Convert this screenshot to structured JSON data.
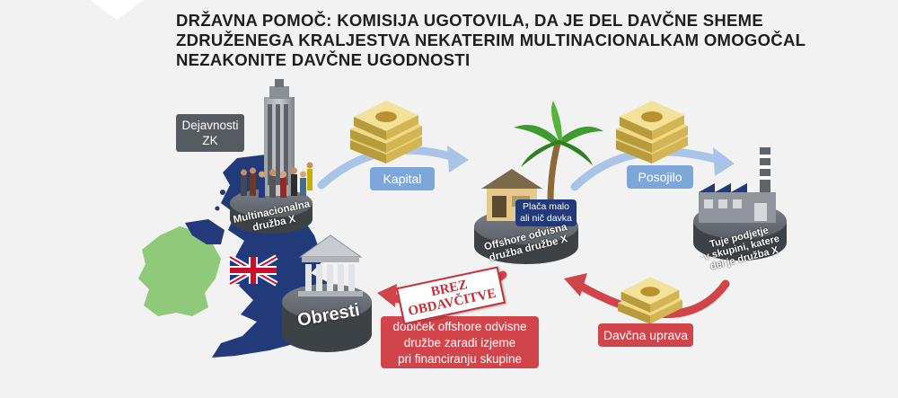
{
  "title": {
    "line1": "DRŽAVNA POMOČ: KOMISIJA UGOTOVILA, DA JE DEL DAVČNE SHEME",
    "line2": "ZDRUŽENEGA KRALJESTVA NEKATERIM MULTINACIONALKAM OMOGOČAL",
    "line3": "NEZAKONITE DAVČNE UGODNOSTI"
  },
  "labels": {
    "dejavnosti_line1": "Dejavnosti",
    "dejavnosti_line2": "ZK",
    "kapital": "Kapital",
    "posojilo": "Posojilo",
    "davcna_uprava": "Davčna uprava",
    "placa_line1": "Plača malo",
    "placa_line2": "ali nič davka",
    "stamp_line1": "BREZ",
    "stamp_line2": "OBDAVČITVE",
    "dobicek_line1": "dobiček offshore odvisne",
    "dobicek_line2": "družbe zaradi izjeme",
    "dobicek_line3": "pri financiranju skupine"
  },
  "platforms": {
    "multinational_line1": "Multinacionalna",
    "multinational_line2": "družba X",
    "offshore_line1": "Offshore odvisna",
    "offshore_line2": "družba družbe X",
    "foreign_line1": "Tuje podjetje",
    "foreign_line2": "v skupini, katere",
    "foreign_line3": "del je družba X",
    "obresti": "Obresti"
  },
  "colors": {
    "background": "#f2f2f3",
    "navy_map": "#223a7a",
    "ireland_green": "#8fc97a",
    "blue_arrow": "#7ea7d9",
    "red_arrow": "#d1444a",
    "platform": "#5f656b"
  },
  "icons": [
    "money-stack-icon",
    "palm-tree-icon",
    "skyscraper-icon",
    "factory-icon",
    "bank-building-icon",
    "uk-flag-icon"
  ]
}
